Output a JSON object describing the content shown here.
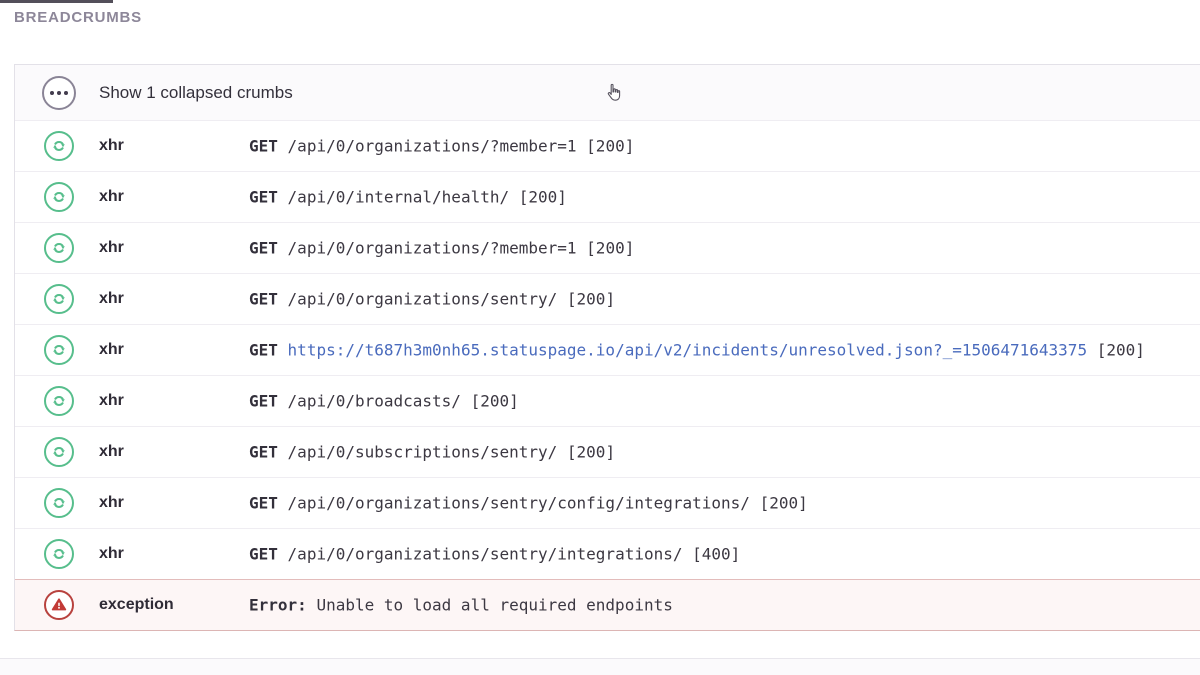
{
  "header": {
    "title": "BREADCRUMBS"
  },
  "collapse_row": {
    "label": "Show 1 collapsed crumbs"
  },
  "crumbs": [
    {
      "category": "xhr",
      "method": "GET",
      "url": "/api/0/organizations/?member=1",
      "status": "[200]"
    },
    {
      "category": "xhr",
      "method": "GET",
      "url": "/api/0/internal/health/",
      "status": "[200]"
    },
    {
      "category": "xhr",
      "method": "GET",
      "url": "/api/0/organizations/?member=1",
      "status": "[200]"
    },
    {
      "category": "xhr",
      "method": "GET",
      "url": "/api/0/organizations/sentry/",
      "status": "[200]"
    },
    {
      "category": "xhr",
      "method": "GET",
      "url": "https://t687h3m0nh65.statuspage.io/api/v2/incidents/unresolved.json?_=1506471643375",
      "status": "[200]"
    },
    {
      "category": "xhr",
      "method": "GET",
      "url": "/api/0/broadcasts/",
      "status": "[200]"
    },
    {
      "category": "xhr",
      "method": "GET",
      "url": "/api/0/subscriptions/sentry/",
      "status": "[200]"
    },
    {
      "category": "xhr",
      "method": "GET",
      "url": "/api/0/organizations/sentry/config/integrations/",
      "status": "[200]"
    },
    {
      "category": "xhr",
      "method": "GET",
      "url": "/api/0/organizations/sentry/integrations/",
      "status": "[400]"
    }
  ],
  "exception": {
    "category": "exception",
    "error_label": "Error:",
    "message": "Unable to load all required endpoints"
  },
  "colors": {
    "accent_green": "#57be8c",
    "error_red": "#c0443f",
    "link_blue": "#4a6bbd",
    "error_row_bg": "#fdf6f6",
    "error_row_border": "#e3bcbb",
    "title_gray": "#8d8799"
  }
}
